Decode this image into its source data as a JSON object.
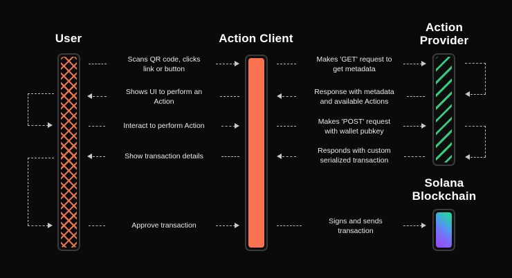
{
  "diagram": {
    "title": "Solana Actions and Blinks sequence diagram",
    "background_color": "#0a0a0a",
    "accent_colors": {
      "user": "#e8744f",
      "action_client": "#fa7250",
      "action_provider": "#35cc82",
      "solana_gradient_from": "#9945ff",
      "solana_gradient_to": "#19e08a",
      "connector": "#b9b9bb",
      "text": "#e9e9ea"
    }
  },
  "columns": [
    {
      "id": "user",
      "label": "User",
      "fill": "crosshatch-orange"
    },
    {
      "id": "action-client",
      "label": "Action Client",
      "fill": "solid-orange"
    },
    {
      "id": "action-provider",
      "label": "Action\nProvider",
      "fill": "diagonal-stripes-green"
    },
    {
      "id": "solana-blockchain",
      "label": "Solana\nBlockchain",
      "fill": "gradient-purple-green"
    }
  ],
  "messages": [
    {
      "id": "m1",
      "from": "user",
      "to": "action-client",
      "direction": "right",
      "text": "Scans QR code, clicks\nlink or button"
    },
    {
      "id": "m2",
      "from": "action-client",
      "to": "user",
      "direction": "left",
      "text": "Shows UI to perform an\nAction"
    },
    {
      "id": "m3",
      "from": "user",
      "to": "action-client",
      "direction": "right",
      "text": "Interact to perform Action"
    },
    {
      "id": "m4",
      "from": "action-client",
      "to": "user",
      "direction": "left",
      "text": "Show transaction details"
    },
    {
      "id": "m5",
      "from": "user",
      "to": "action-client",
      "direction": "right",
      "text": "Approve transaction"
    },
    {
      "id": "m6",
      "from": "action-client",
      "to": "action-provider",
      "direction": "right",
      "text": "Makes 'GET' request to\nget metadata"
    },
    {
      "id": "m7",
      "from": "action-provider",
      "to": "action-client",
      "direction": "left",
      "text": "Response with metadata\nand available Actions"
    },
    {
      "id": "m8",
      "from": "action-client",
      "to": "action-provider",
      "direction": "right",
      "text": "Makes 'POST' request\nwith wallet pubkey"
    },
    {
      "id": "m9",
      "from": "action-provider",
      "to": "action-client",
      "direction": "left",
      "text": "Responds with custom\nserialized transaction"
    },
    {
      "id": "m10",
      "from": "action-client",
      "to": "solana-blockchain",
      "direction": "right",
      "text": "Signs and sends\ntransaction"
    }
  ],
  "self_loops": [
    {
      "id": "loop-user-1",
      "column": "user",
      "side": "left"
    },
    {
      "id": "loop-user-2",
      "column": "user",
      "side": "left"
    },
    {
      "id": "loop-provider-1",
      "column": "action-provider",
      "side": "right"
    },
    {
      "id": "loop-provider-2",
      "column": "action-provider",
      "side": "right"
    }
  ]
}
